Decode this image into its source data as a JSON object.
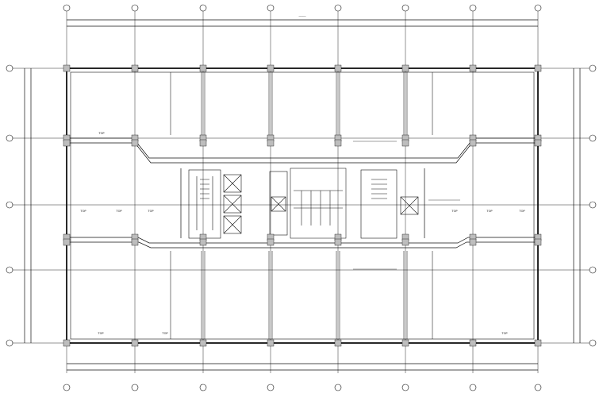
{
  "drawing": {
    "grid_columns": [
      "",
      "",
      "",
      "",
      "",
      "",
      "",
      "",
      ""
    ],
    "grid_rows": [
      "",
      "",
      "",
      "",
      ""
    ],
    "room_labels": [
      "",
      "",
      "",
      "",
      "",
      "",
      "",
      "",
      "",
      "",
      "",
      "",
      "",
      "",
      "",
      "",
      "",
      "",
      "",
      ""
    ],
    "top_units": [
      "TOP",
      "TOP",
      "TOP",
      "TOP",
      "TOP",
      "TOP",
      "TOP",
      "TOP",
      "TOP",
      "TOP"
    ],
    "anno_labels": [
      "",
      "",
      ""
    ],
    "colors": {
      "line": "#111111",
      "paper": "#ffffff",
      "fill": "#bdbdbd"
    }
  }
}
